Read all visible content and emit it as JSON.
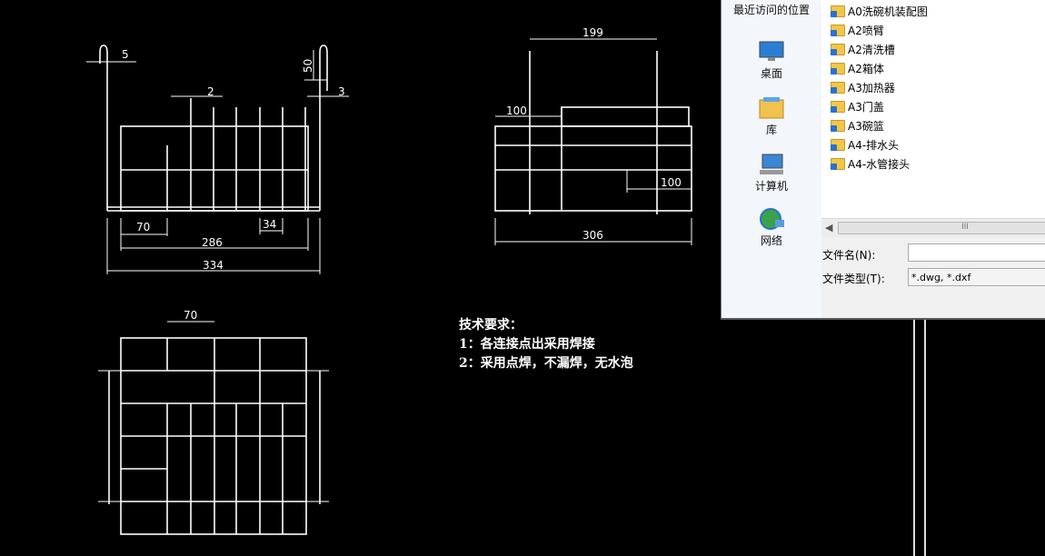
{
  "drawing": {
    "dims": {
      "d5": "5",
      "d50": "50",
      "d2": "2",
      "d3": "3",
      "d70a": "70",
      "d34": "34",
      "d286": "286",
      "d334": "334",
      "d199": "199",
      "d100a": "100",
      "d100b": "100",
      "d306": "306",
      "d70b": "70"
    },
    "tech_requirements": {
      "title": "技术要求：",
      "line1": "1：各连接点出采用焊接",
      "line2": "2：采用点焊，不漏焊，无水泡"
    }
  },
  "dialog": {
    "places": [
      {
        "label": "最近访问的位置",
        "icon": "recent-places-icon"
      },
      {
        "label": "桌面",
        "icon": "desktop-icon"
      },
      {
        "label": "库",
        "icon": "library-icon"
      },
      {
        "label": "计算机",
        "icon": "computer-icon"
      },
      {
        "label": "网络",
        "icon": "network-icon"
      }
    ],
    "files": [
      "A0洗碗机装配图",
      "A2喷臂",
      "A2清洗槽",
      "A2箱体",
      "A3加热器",
      "A3门盖",
      "A3碗篮",
      "A4-排水头",
      "A4-水管接头"
    ],
    "filename_label": "文件名(N):",
    "filename_value": "",
    "filetype_label": "文件类型(T):",
    "filetype_value": "*.dwg, *.dxf",
    "scroll_grip": "III",
    "scroll_arrow": "◀"
  }
}
